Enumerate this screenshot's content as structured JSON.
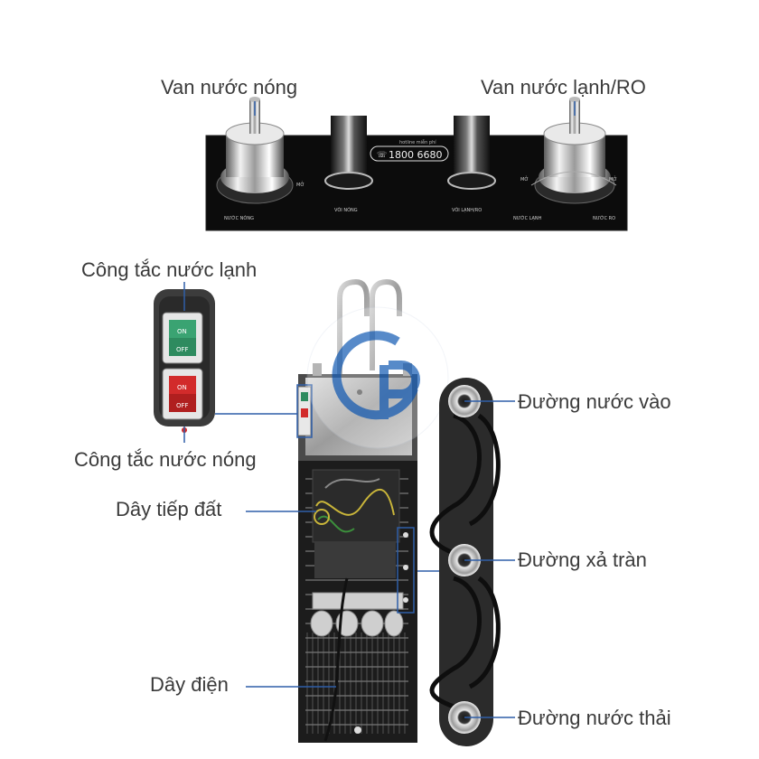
{
  "labels": {
    "hot_valve": "Van nước nóng",
    "cold_valve": "Van nước lạnh/RO",
    "cold_switch": "Công tắc nước lạnh",
    "hot_switch": "Công tắc nước nóng",
    "ground_wire": "Dây tiếp đất",
    "power_cord": "Dây điện",
    "water_inlet": "Đường nước vào",
    "overflow": "Đường xả tràn",
    "drain": "Đường nước thải"
  },
  "panel": {
    "hotline": "1800 6680",
    "hotline_caption": "hotline miễn phí",
    "hot_tap": "VÒI NÓNG",
    "cold_tap": "VÒI LẠNH/RO",
    "hot_water": "NƯỚC NÓNG",
    "cold_water": "NƯỚC LẠNH",
    "ro_water": "NƯỚC RO",
    "open": "MỞ"
  },
  "switches": {
    "cold": {
      "on": "ON",
      "off": "OFF",
      "color": "#2e8b5f"
    },
    "hot": {
      "on": "ON",
      "off": "OFF",
      "color": "#d22b2b"
    }
  },
  "colors": {
    "leader_line": "#2f5ea8",
    "label_text": "#3a3a3a",
    "panel_black": "#0c0c0c",
    "watermark": "#1f63b8"
  }
}
